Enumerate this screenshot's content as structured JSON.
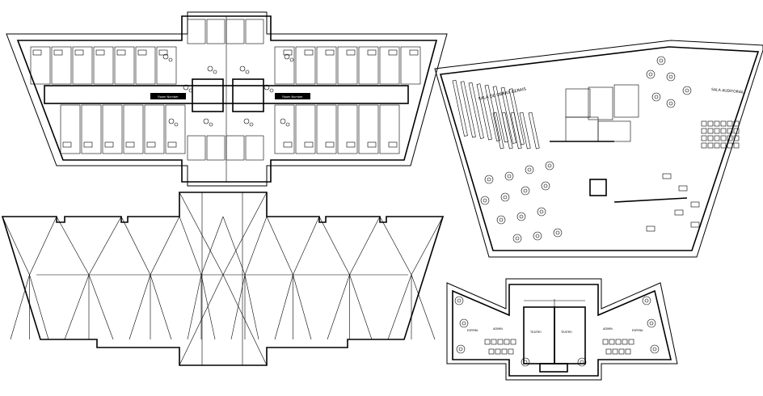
{
  "labels": {
    "hotel_room_left": "Room Number",
    "hotel_room_right": "Room Number",
    "library_title": "SALA DE OBRAS GERAIS",
    "auditorium": "SALA AUDITORIAL",
    "bldg_left_1": "ESPERA",
    "bldg_left_2": "ADMIN",
    "bldg_center_1": "TEATRO",
    "bldg_center_2": "TEATRO",
    "bldg_right_1": "ADMIN",
    "bldg_right_2": "ESPERA"
  },
  "colors": {
    "line": "#000000",
    "background": "#ffffff"
  }
}
